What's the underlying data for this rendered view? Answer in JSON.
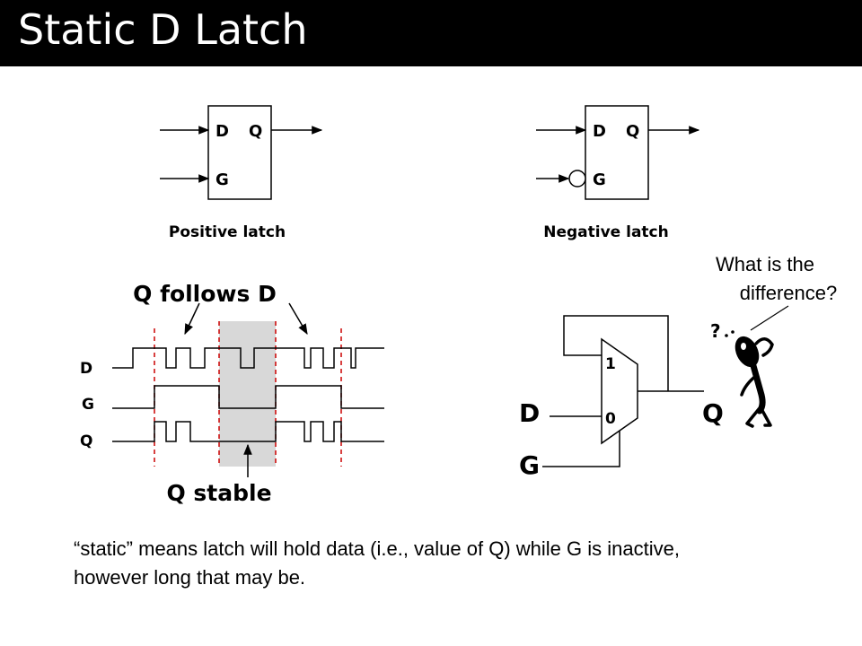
{
  "slide": {
    "title": "Static D Latch",
    "caption": "“static” means latch will hold data (i.e., value of Q) while G is inactive, however long that may be."
  },
  "positive_latch": {
    "d": "D",
    "q": "Q",
    "g": "G",
    "label": "Positive latch"
  },
  "negative_latch": {
    "d": "D",
    "q": "Q",
    "g": "G",
    "label": "Negative latch"
  },
  "timing": {
    "annotation_top": "Q follows D",
    "annotation_bottom": "Q stable",
    "signals": [
      "D",
      "G",
      "Q"
    ]
  },
  "mux": {
    "input_1": "1",
    "input_0": "0",
    "d": "D",
    "q": "Q",
    "g": "G"
  },
  "thinker": {
    "question_mark": "?",
    "bubble_line1": "What is the",
    "bubble_line2": "difference?"
  },
  "colors": {
    "title_bar": "#000000",
    "title_text": "#ffffff",
    "dashed": "#cc0000",
    "stable_region": "#d8d8d8"
  }
}
